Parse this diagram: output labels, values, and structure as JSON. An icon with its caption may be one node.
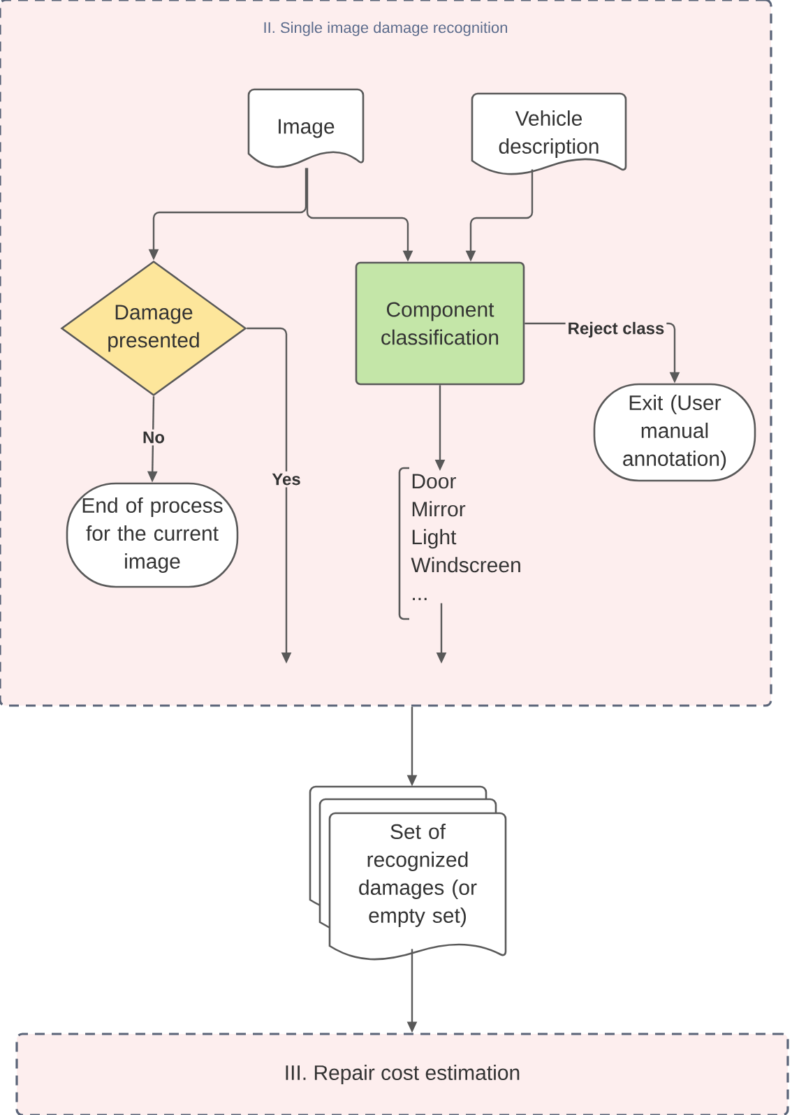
{
  "diagram": {
    "nodes": [
      {
        "text": [
          "II. Single image damage recognition"
        ]
      },
      {
        "text": [
          "Image"
        ],
        "in": 0
      },
      {
        "text": [
          "Vehicle description"
        ],
        "in": 0
      },
      {
        "text": [
          "Damage presented"
        ],
        "in": 0
      },
      {
        "text": [
          "Component classification"
        ],
        "in": 0
      },
      {
        "text": [
          "Exit (User manual annotation)"
        ],
        "in": 0
      },
      {
        "text": [
          "End of process for the current image"
        ],
        "in": 0
      },
      {
        "text": [
          "Door Mirror Light Windscreen ..."
        ],
        "in": 0
      },
      {
        "text": [
          "Set of recognized damages (or empty set)"
        ]
      },
      {
        "text": [
          "III. Repair cost estimation"
        ]
      }
    ],
    "edges": [
      {
        "from": 1,
        "to": 3,
        "arrow": "to"
      },
      {
        "from": 1,
        "to": 4,
        "arrow": "to"
      },
      {
        "from": 2,
        "to": 4,
        "arrow": "to"
      },
      {
        "from": 3,
        "to": 6,
        "arrow": "to",
        "label": "No"
      },
      {
        "from": 3,
        "to": null,
        "arrow": "to",
        "label": "Yes"
      },
      {
        "from": 4,
        "to": 5,
        "arrow": "to",
        "label": "Reject class"
      },
      {
        "from": 4,
        "to": 7,
        "arrow": "to"
      },
      {
        "from": 7,
        "to": null,
        "arrow": "to"
      },
      {
        "from": 0,
        "to": 8,
        "arrow": "to"
      },
      {
        "from": 8,
        "to": 9,
        "arrow": "to"
      }
    ]
  }
}
